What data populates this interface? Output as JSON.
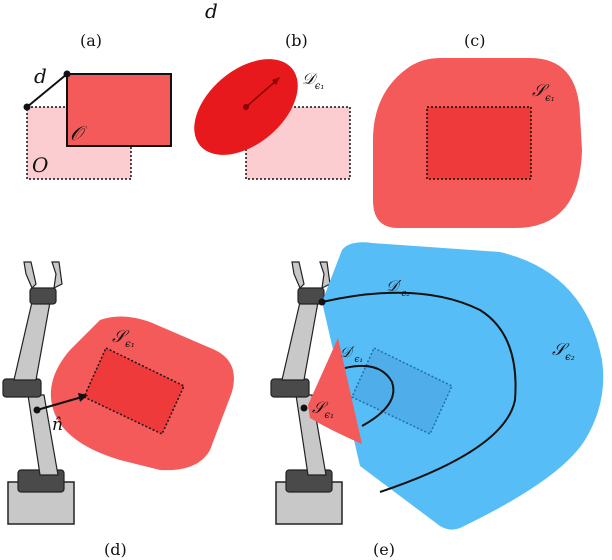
{
  "header_symbol": "d",
  "panels": {
    "a": {
      "label": "(a)",
      "d_label": "d",
      "obj_label": "𝒪",
      "obj_orig_label": "O"
    },
    "b": {
      "label": "(b)",
      "D_main": "𝒟",
      "D_sub": "ϵ₁"
    },
    "c": {
      "label": "(c)",
      "S_main": "𝒮",
      "S_sub": "ϵ₁"
    },
    "d": {
      "label": "(d)",
      "S_main": "𝒮",
      "S_sub": "ϵ₁",
      "n_label": "n̂"
    },
    "e": {
      "label": "(e)",
      "Dp2_main": "𝒟′",
      "Dp2_sub": "ϵ₂",
      "Dp1_main": "𝒟′",
      "Dp1_sub": "ϵ₁",
      "S1_main": "𝒮",
      "S1_sub": "ϵ₁",
      "S2_main": "𝒮",
      "S2_sub": "ϵ₂"
    }
  },
  "colors": {
    "red_strong": "#e8191d",
    "red_region": "#f45a5a",
    "red_light": "#fbcdd0",
    "blue_region": "#56bdf7",
    "robot_gray": "#c8c8c8",
    "robot_dark": "#4a4a4a"
  }
}
